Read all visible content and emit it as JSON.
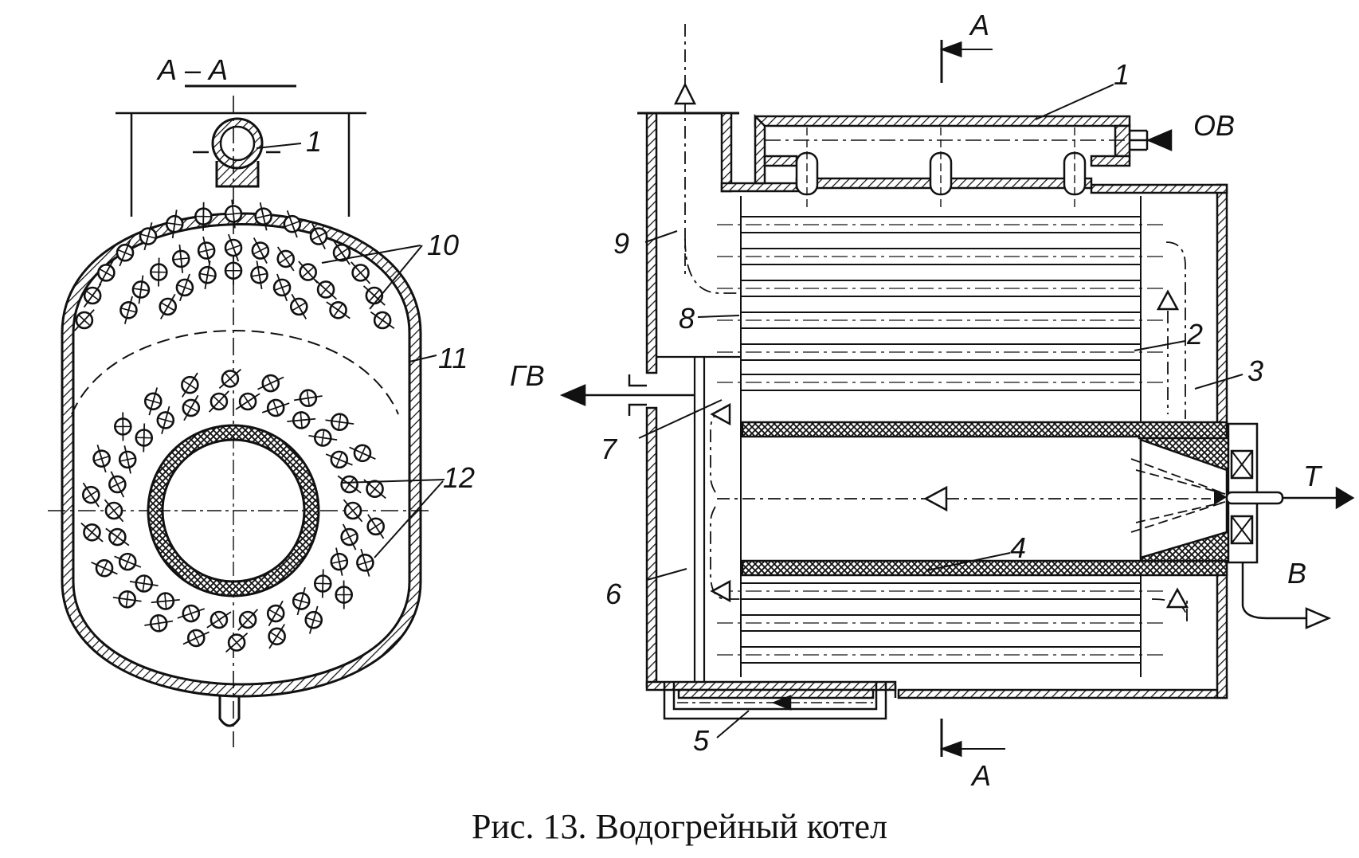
{
  "caption": "Рис. 13. Водогрейный котел",
  "section_view": {
    "title": "А – А",
    "labels": {
      "l1": "1",
      "l10": "10",
      "l11": "11",
      "l12": "12"
    }
  },
  "main_view": {
    "section_mark_top": "А",
    "section_mark_bottom": "А",
    "labels": {
      "l1": "1",
      "l2": "2",
      "l3": "3",
      "l4": "4",
      "l5": "5",
      "l6": "6",
      "l7": "7",
      "l8": "8",
      "l9": "9",
      "ov": "ОВ",
      "gv": "ГВ",
      "t": "Т",
      "v": "В"
    }
  },
  "colors": {
    "ink": "#111111",
    "paper": "#ffffff"
  }
}
